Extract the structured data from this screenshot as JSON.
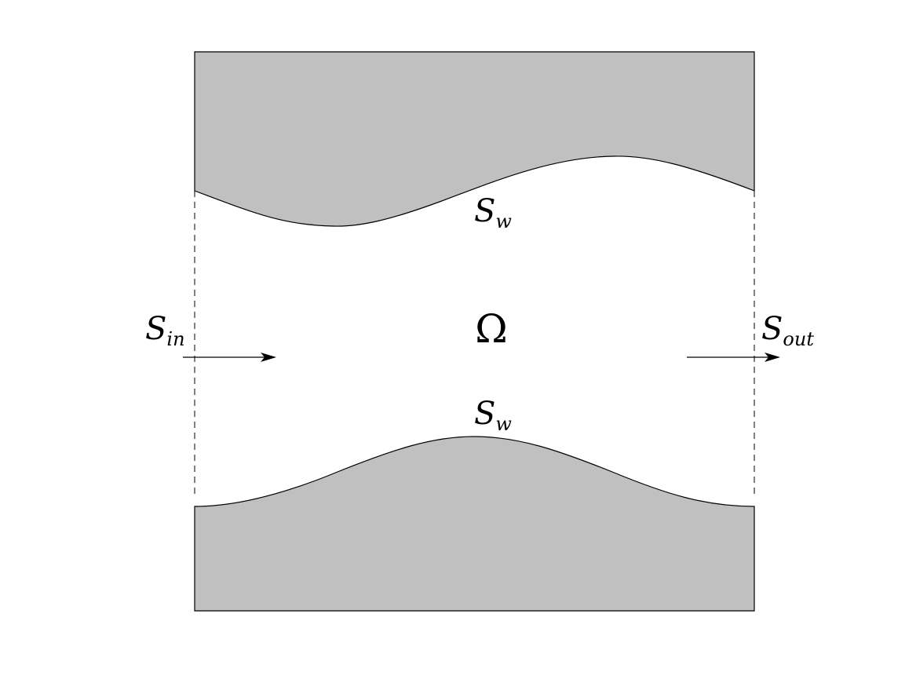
{
  "colors": {
    "wall_fill": "#c0c0c0",
    "stroke": "#000000",
    "background": "#ffffff"
  },
  "labels": {
    "wall_top": {
      "main": "S",
      "sub": "w"
    },
    "wall_bottom": {
      "main": "S",
      "sub": "w"
    },
    "inlet": {
      "main": "S",
      "sub": "in"
    },
    "outlet": {
      "main": "S",
      "sub": "out"
    },
    "domain": "Ω"
  },
  "arrows": [
    "inflow-arrow",
    "outflow-arrow"
  ]
}
